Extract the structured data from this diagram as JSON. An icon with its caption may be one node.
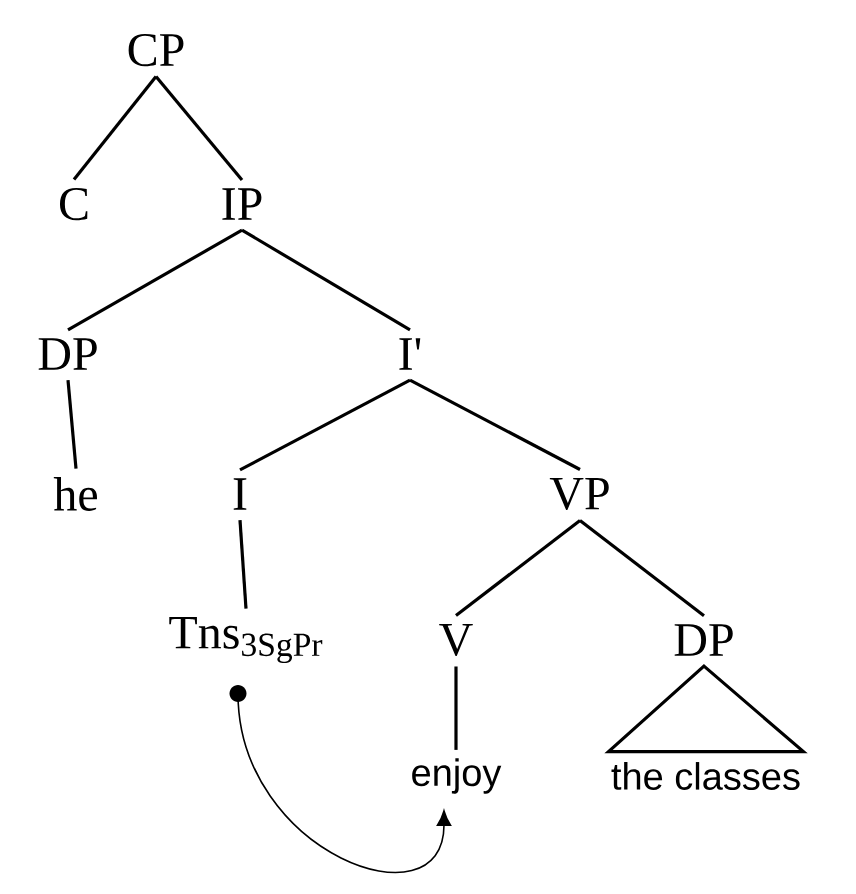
{
  "diagram": {
    "nodes": [
      {
        "text": [
          "CP"
        ]
      },
      {
        "text": [
          "C"
        ]
      },
      {
        "text": [
          "IP"
        ]
      },
      {
        "text": [
          "DP"
        ]
      },
      {
        "text": [
          "I'"
        ]
      },
      {
        "text": [
          "he"
        ]
      },
      {
        "text": [
          "I"
        ]
      },
      {
        "text": [
          "VP"
        ]
      },
      {
        "text": [
          "Tns$_{3SgPr}$"
        ]
      },
      {
        "text": [
          "V"
        ]
      },
      {
        "text": [
          "DP"
        ]
      },
      {
        "text": [
          "enjoy"
        ]
      },
      {
        "text": [
          "the classes"
        ]
      }
    ],
    "edges": [
      {
        "from": 0,
        "to": 1,
        "arrow": "none"
      },
      {
        "from": 0,
        "to": 2,
        "arrow": "none"
      },
      {
        "from": 2,
        "to": 3,
        "arrow": "none"
      },
      {
        "from": 2,
        "to": 4,
        "arrow": "none"
      },
      {
        "from": 3,
        "to": 5,
        "arrow": "none"
      },
      {
        "from": 4,
        "to": 6,
        "arrow": "none"
      },
      {
        "from": 4,
        "to": 7,
        "arrow": "none"
      },
      {
        "from": 6,
        "to": 8,
        "arrow": "none"
      },
      {
        "from": 7,
        "to": 9,
        "arrow": "none"
      },
      {
        "from": 7,
        "to": 10,
        "arrow": "none"
      },
      {
        "from": 9,
        "to": 11,
        "arrow": "none"
      },
      {
        "from": 10,
        "to": 12,
        "arrow": "none"
      },
      {
        "from": 8,
        "to": 11,
        "arrow": "to"
      }
    ]
  }
}
